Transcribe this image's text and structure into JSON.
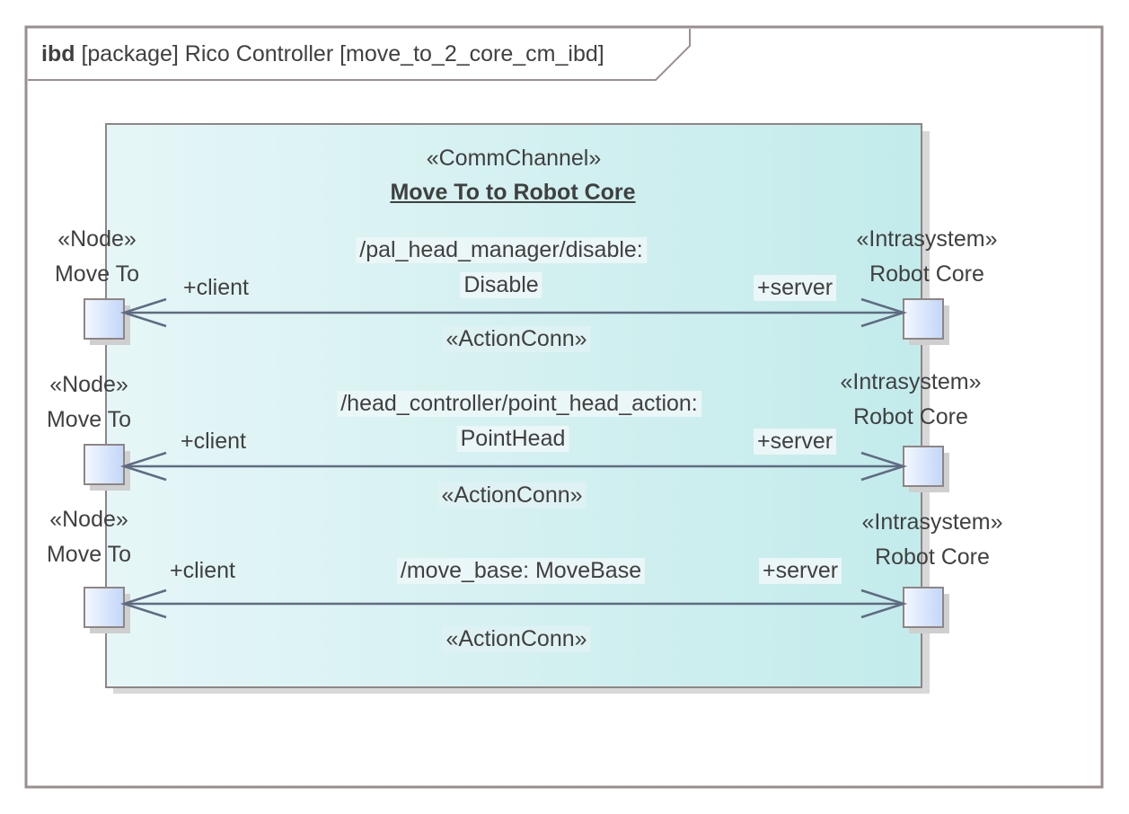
{
  "frame": {
    "keyword": "ibd",
    "title": "[package] Rico Controller [move_to_2_core_cm_ibd]"
  },
  "block": {
    "stereotype": "«CommChannel»",
    "name": "Move To to Robot Core"
  },
  "connections": [
    {
      "left_stereotype": "«Node»",
      "left_name": "Move To",
      "left_role": "+client",
      "right_stereotype": "«Intrasystem»",
      "right_name": "Robot Core",
      "right_role": "+server",
      "label_line1": "/pal_head_manager/disable:",
      "label_line2": "Disable",
      "connector_stereotype": "«ActionConn»"
    },
    {
      "left_stereotype": "«Node»",
      "left_name": "Move To",
      "left_role": "+client",
      "right_stereotype": "«Intrasystem»",
      "right_name": "Robot Core",
      "right_role": "+server",
      "label_line1": "/head_controller/point_head_action:",
      "label_line2": "PointHead",
      "connector_stereotype": "«ActionConn»"
    },
    {
      "left_stereotype": "«Node»",
      "left_name": "Move To",
      "left_role": "+client",
      "right_stereotype": "«Intrasystem»",
      "right_name": "Robot Core",
      "right_role": "+server",
      "label_line1": "/move_base: MoveBase",
      "connector_stereotype": "«ActionConn»"
    }
  ],
  "colors": {
    "frame_border": "#9a8f8f",
    "block_fill_start": "#e6f6f7",
    "block_fill_end": "#c3ebeb",
    "port_fill_start": "#f4f8ff",
    "port_fill_end": "#c2d6f7",
    "connector": "#5f6b82",
    "text": "#404040"
  }
}
